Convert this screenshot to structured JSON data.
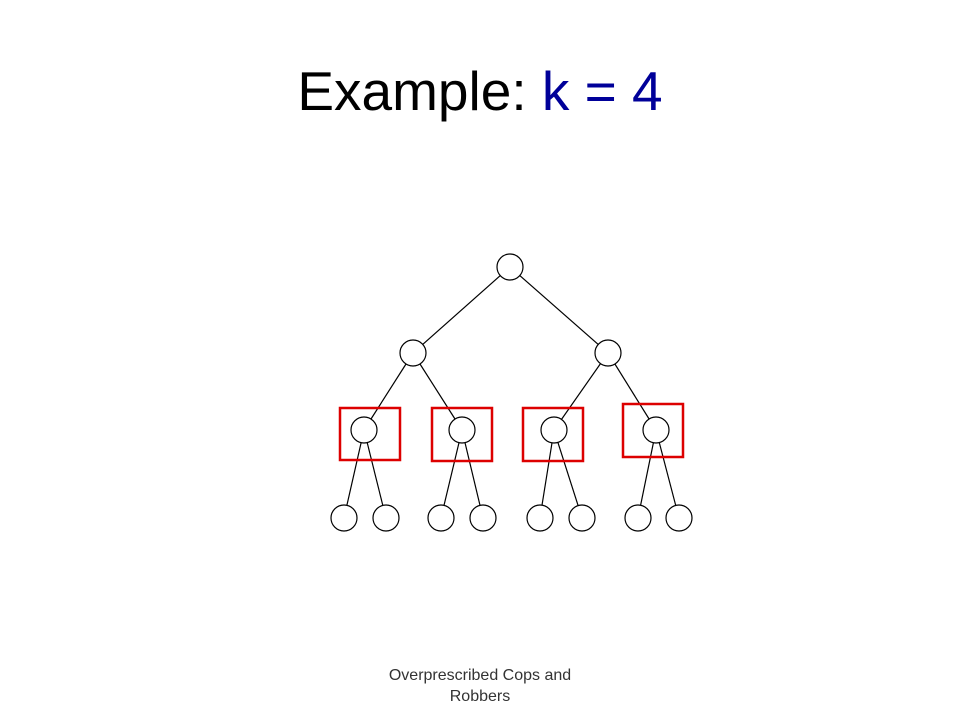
{
  "slide": {
    "title_prefix": "Example: ",
    "title_math": "k = 4",
    "footer": "Overprescribed Cops and Robbers"
  },
  "colors": {
    "title_text": "#000000",
    "title_math": "#000099",
    "tree_line": "#000000",
    "selection_box": "#dd0000",
    "diagram_background": "#ffffff"
  },
  "diagram": {
    "type": "binary-tree",
    "depth": 3,
    "node_count": 15,
    "selected_level": 2,
    "selected_count": 4
  }
}
